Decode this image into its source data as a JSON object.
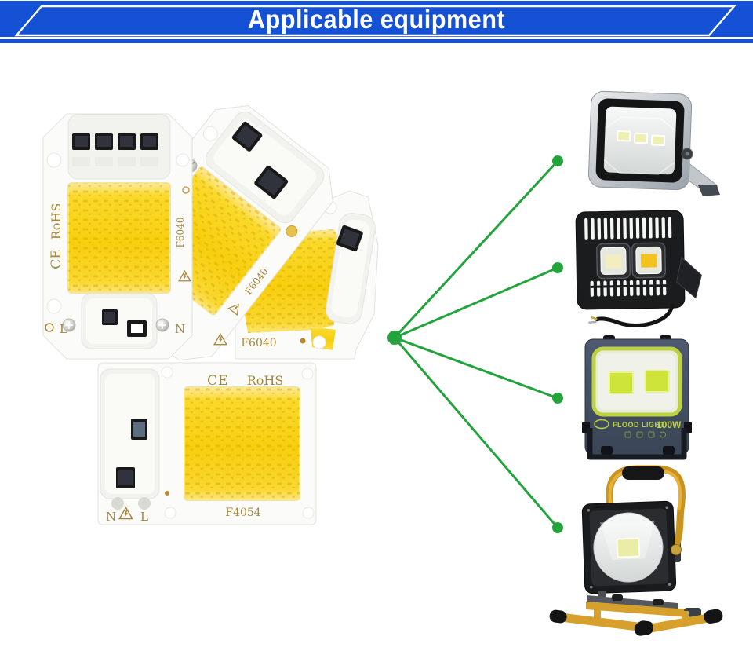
{
  "header": {
    "title": "Applicable equipment"
  },
  "colors": {
    "banner_blue": "#1551d4",
    "connector_green": "#23a33c",
    "cob_yellow": "#f8d61e",
    "chip_text_gold": "#a5873a",
    "fl3_accent": "#bdd23f"
  },
  "cob_chips": {
    "front": {
      "model": "F6040",
      "ce_label": "CE",
      "rohs_label": "RoHS",
      "terminal_left": "L",
      "terminal_right": "N"
    },
    "middle": {
      "model": "F6040"
    },
    "right": {
      "model": "F6040"
    },
    "bottom": {
      "model": "F4054",
      "ce_label": "CE",
      "rohs_label": "RoHS",
      "terminal_left": "N",
      "terminal_right": "L"
    }
  },
  "floodlights": {
    "flood_light_label": "FLOOD LIGHT",
    "wattage": "100W"
  }
}
